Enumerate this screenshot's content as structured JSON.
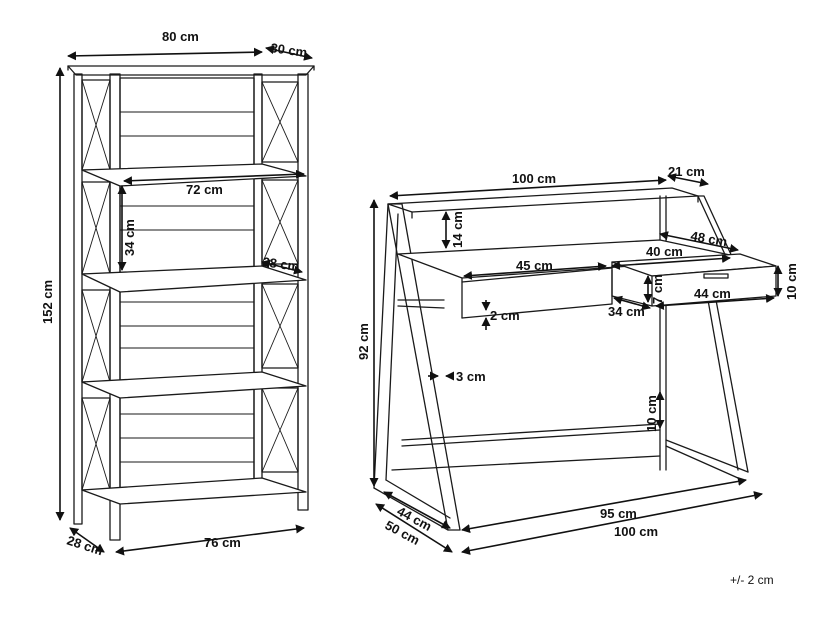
{
  "bookcase": {
    "width": "80 cm",
    "depth_top": "30 cm",
    "shelf_width": "72 cm",
    "shelf_gap": "34 cm",
    "shelf_depth": "28 cm",
    "height": "152 cm",
    "base_depth": "28 cm",
    "base_width": "76 cm"
  },
  "desk": {
    "width_top": "100 cm",
    "depth_top": "21 cm",
    "riser_height": "14 cm",
    "drawer_depth": "48 cm",
    "drawer_width": "40 cm",
    "compartment_width": "45 cm",
    "drawer_height": "10 cm",
    "drawer_inner_width": "44 cm",
    "drawer_inner_height": "7 cm",
    "drawer_inner_depth": "34 cm",
    "desktop_thickness": "2 cm",
    "height": "92 cm",
    "leg_width": "3 cm",
    "crossbar_height": "10 cm",
    "inner_width": "95 cm",
    "inner_depth": "44 cm",
    "base_depth": "50 cm",
    "base_width": "100 cm"
  },
  "tolerance": "+/- 2 cm"
}
